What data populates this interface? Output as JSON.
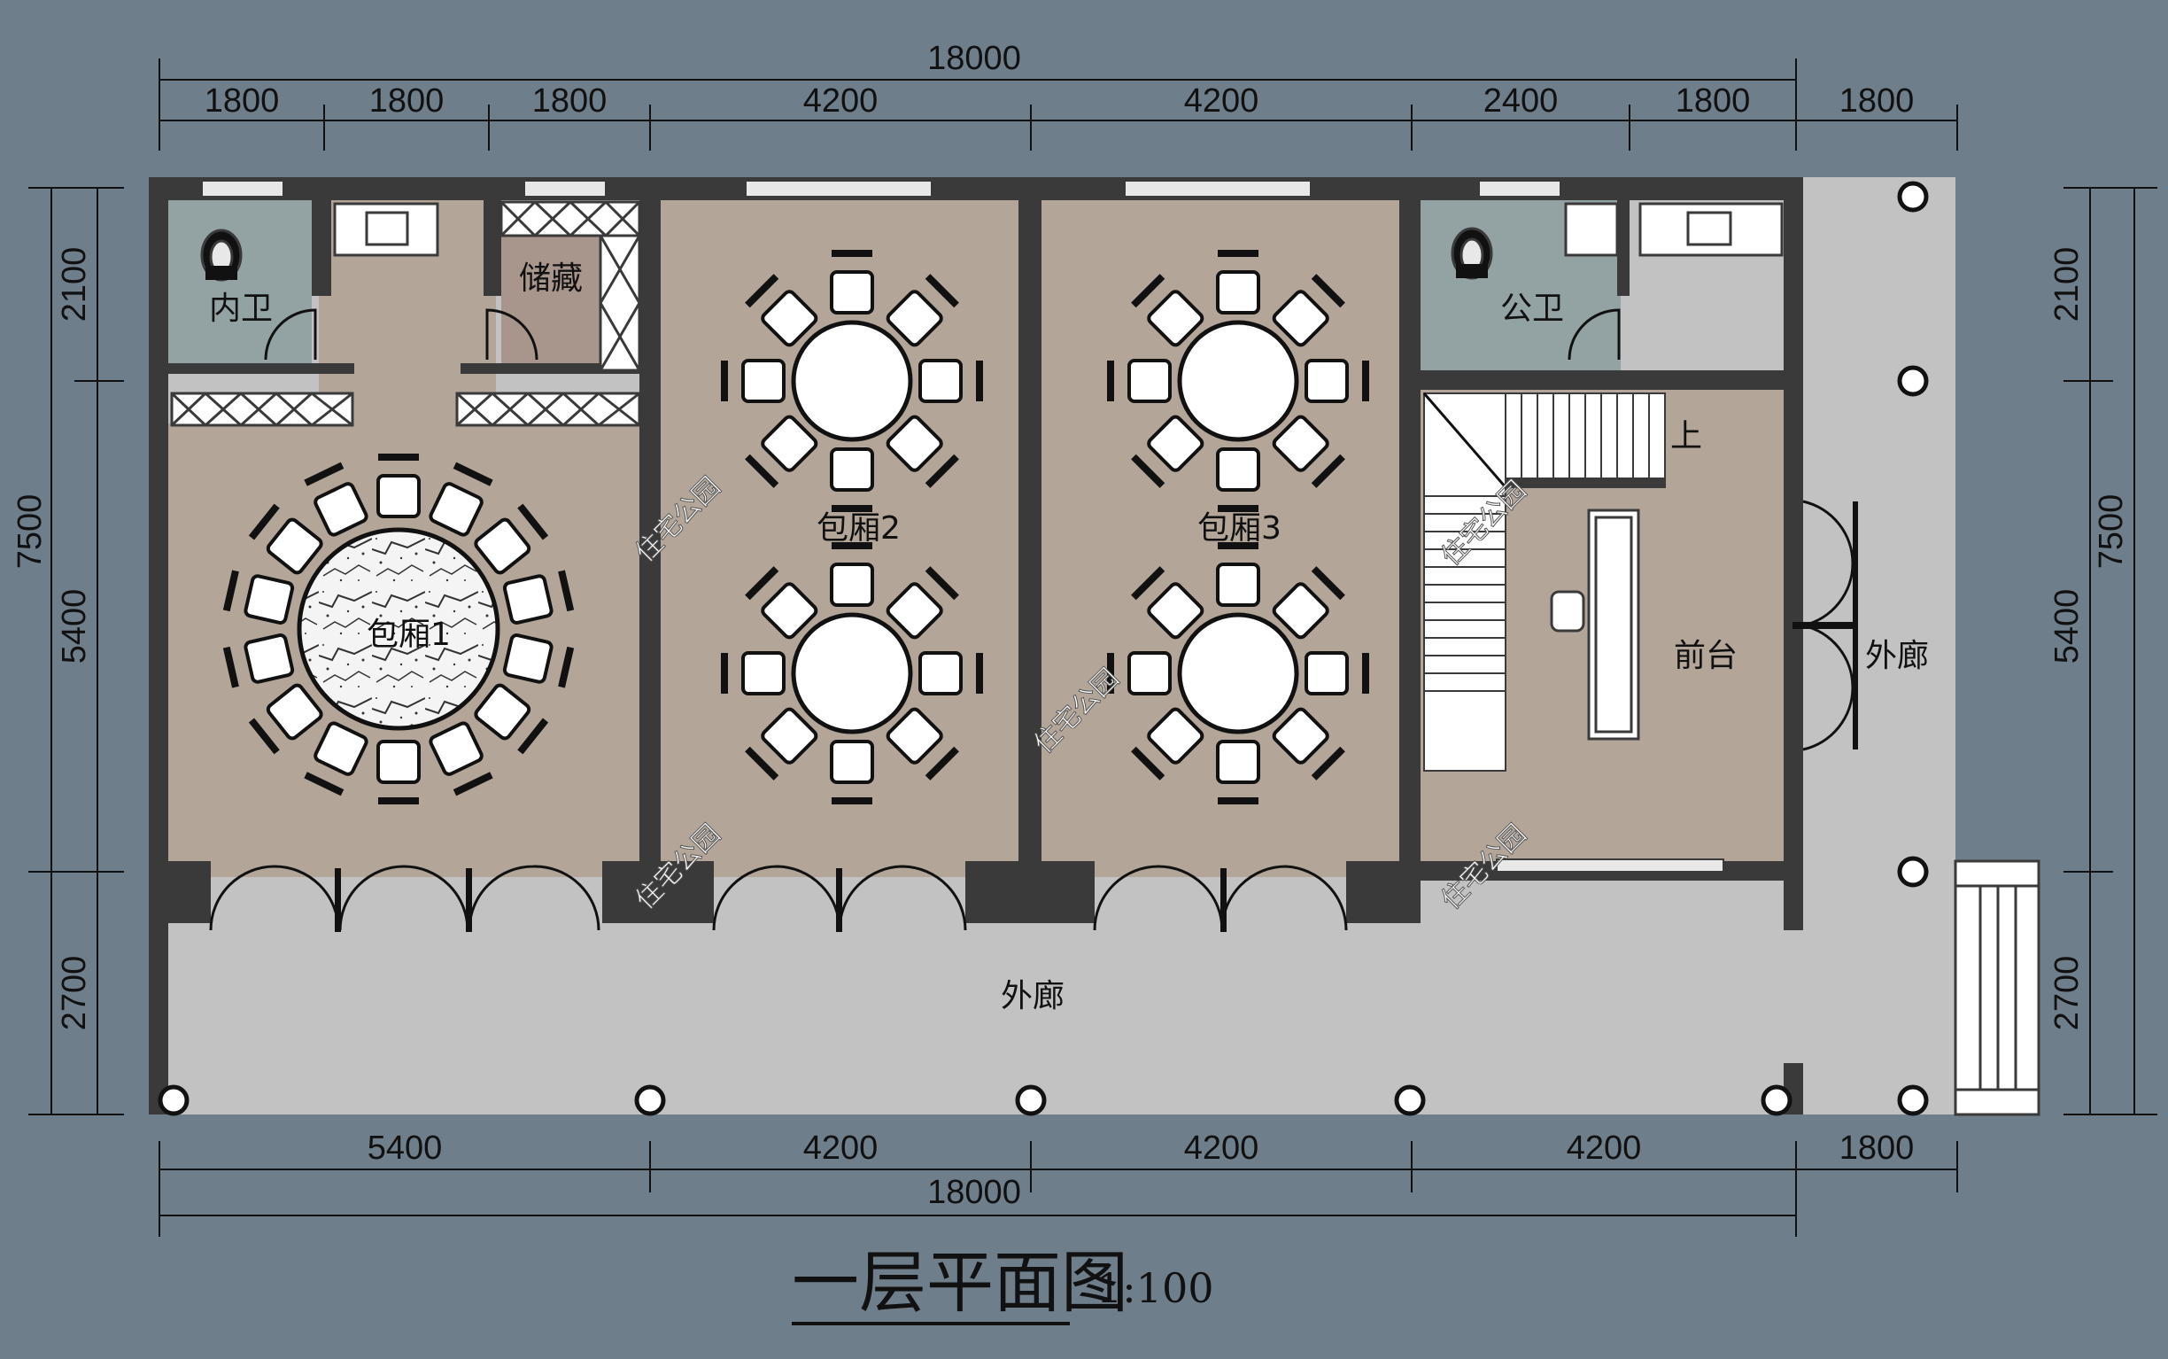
{
  "title": "一层平面图",
  "scale": "1:100",
  "dimensions": {
    "top_total": "18000",
    "top_segments": [
      "1800",
      "1800",
      "1800",
      "4200",
      "4200",
      "2400",
      "1800",
      "1800"
    ],
    "bottom_segments": [
      "5400",
      "4200",
      "4200",
      "4200",
      "1800"
    ],
    "bottom_total": "18000",
    "left_total": "7500",
    "left_segments": [
      "2100",
      "5400",
      "2700"
    ],
    "right_total": "7500",
    "right_segments": [
      "2100",
      "5400",
      "2700"
    ]
  },
  "rooms": {
    "inner_toilet": "内卫",
    "storage": "储藏",
    "private_room_1": "包厢1",
    "private_room_2": "包厢2",
    "private_room_3": "包厢3",
    "public_toilet": "公卫",
    "reception": "前台",
    "corridor_side": "外廊",
    "corridor_front": "外廊",
    "stair_up": "上"
  },
  "watermark": "住宅公园",
  "colors": {
    "background": "#6f7e8b",
    "room_floor": "#b3a699",
    "corridor_floor": "#c2c2c2",
    "toilet_floor": "#93a3a3",
    "storage_floor": "#a8958c",
    "wall": "#3a3a3a"
  }
}
